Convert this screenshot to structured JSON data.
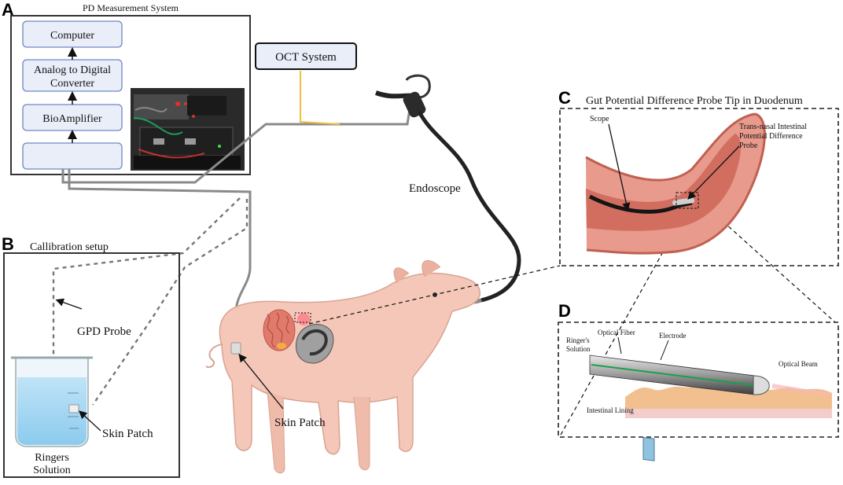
{
  "panels": {
    "a": {
      "letter": "A",
      "title": "PD Measurement System"
    },
    "b": {
      "letter": "B",
      "title": "Callibration setup"
    },
    "c": {
      "letter": "C",
      "title": "Gut Potential Difference Probe Tip  in Duodenum"
    },
    "d": {
      "letter": "D",
      "title": ""
    }
  },
  "measurement_chain": {
    "computer": "Computer",
    "adc_line1": "Analog to Digital",
    "adc_line2": "Converter",
    "bioamplifier": "BioAmplifier",
    "input_box": ""
  },
  "oct_system": "OCT System",
  "labels": {
    "endoscope": "Endoscope",
    "skin_patch_pig": "Skin Patch",
    "gpd_probe": "GPD Probe",
    "skin_patch_beaker": "Skin Patch",
    "ringers_line1": "Ringers",
    "ringers_line2": "Solution"
  },
  "panel_c_labels": {
    "scope": "Scope",
    "probe_line1": "Trans-nasal Intestinal",
    "probe_line2": "Potential Difference",
    "probe_line3": "Probe"
  },
  "panel_d_labels": {
    "ringers_line1": "Ringer's",
    "ringers_line2": "Solution",
    "optical_fiber": "Optical Fiber",
    "electrode": "Electrode",
    "optical_beam": "Optical Beam",
    "intestinal_lining": "Intestinal Lining"
  },
  "colors": {
    "box_fill": "#e9eef9",
    "box_stroke": "#6f86c4",
    "cable": "#8a8a8a",
    "oct_fiber": "#f0c040",
    "pig_skin": "#f4c7b8",
    "intestine": "#d8796d",
    "lining": "#f2c08f"
  }
}
